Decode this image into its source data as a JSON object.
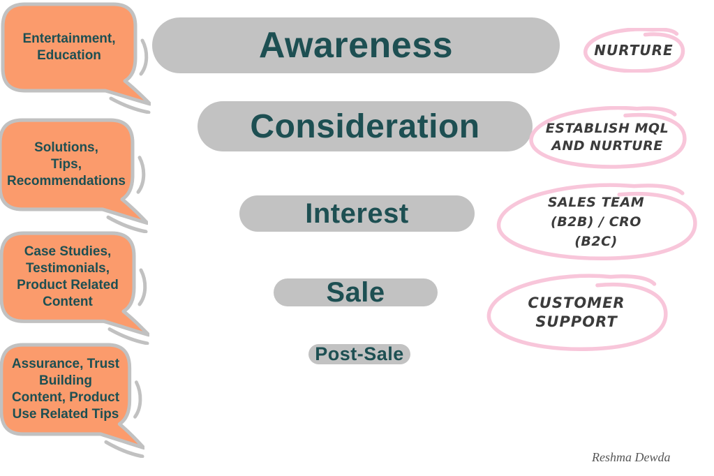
{
  "funnel": {
    "stages": [
      {
        "label": "Awareness"
      },
      {
        "label": "Consideration"
      },
      {
        "label": "Interest"
      },
      {
        "label": "Sale"
      },
      {
        "label": "Post-Sale"
      }
    ]
  },
  "bubbles": [
    {
      "lines": [
        "Entertainment,",
        "Education"
      ]
    },
    {
      "lines": [
        "Solutions,",
        "Tips,",
        "Recommendations"
      ]
    },
    {
      "lines": [
        "Case Studies,",
        "Testimonials,",
        "Product Related",
        "Content"
      ]
    },
    {
      "lines": [
        "Assurance, Trust",
        "Building",
        "Content, Product",
        "Use Related Tips"
      ]
    }
  ],
  "annotations": [
    {
      "lines": [
        "Nurture"
      ]
    },
    {
      "lines": [
        "Establish MQL",
        "and Nurture"
      ]
    },
    {
      "lines": [
        "Sales Team",
        "(B2B) / CRO",
        "(B2C)"
      ]
    },
    {
      "lines": [
        "Customer",
        "Support"
      ]
    }
  ],
  "signature": "Reshma Dewda",
  "colors": {
    "bubble_fill": "#FB9B6C",
    "bar_fill": "#C2C2C2",
    "border_gray": "#C1C1C1",
    "text_teal": "#1D4F52",
    "annotation_ink": "#3B3B3B",
    "annotation_circle": "#F8C6DA",
    "signature_gray": "#565656"
  }
}
